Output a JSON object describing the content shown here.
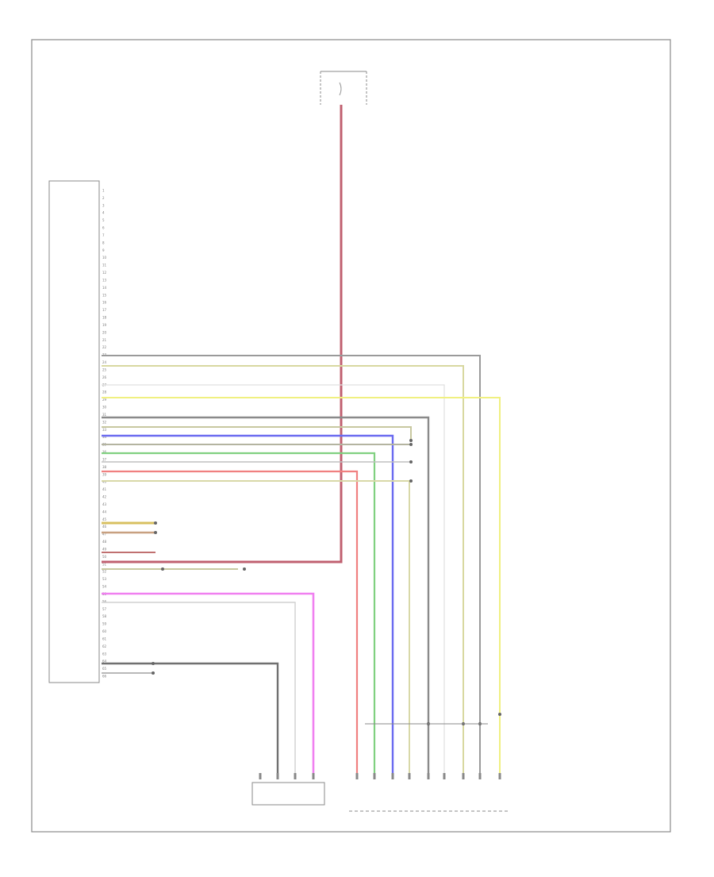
{
  "page": {
    "footer_code": ""
  },
  "module_left": {
    "lines": [
      "",
      "",
      "",
      ""
    ],
    "pins": [
      "1",
      "2",
      "3",
      "4",
      "5",
      "6",
      "7",
      "8",
      "9",
      "10",
      "11",
      "12",
      "13",
      "14",
      "15",
      "16",
      "17",
      "18",
      "19",
      "20",
      "21",
      "22",
      "23",
      "24",
      "25",
      "26",
      "27",
      "28",
      "29",
      "30",
      "31",
      "32",
      "33",
      "34",
      "35",
      "36",
      "37",
      "38",
      "39",
      "40",
      "41",
      "42",
      "43",
      "44",
      "45",
      "46",
      "47",
      "48",
      "49",
      "50",
      "51",
      "52",
      "53",
      "54",
      "55",
      "56",
      "57",
      "58",
      "59",
      "60",
      "61",
      "62",
      "63",
      "64",
      "65",
      "66"
    ]
  },
  "fuse_box": {
    "title": "",
    "subtitle": "",
    "fuse_label": "",
    "fuse_name": ""
  },
  "module_bottom_left": {
    "lines": [
      "",
      "",
      ""
    ]
  },
  "module_bottom_right": {
    "lines": [
      "",
      ""
    ]
  },
  "switches": {
    "upper": {
      "lines": [
        "",
        "",
        ""
      ]
    },
    "middle": {
      "lines": [
        "",
        ""
      ]
    }
  },
  "wires": [
    {
      "id": "w1",
      "color": "#9a9a9a",
      "label": ""
    },
    {
      "id": "w2",
      "color": "#d8d8a0",
      "label": ""
    },
    {
      "id": "w3",
      "color": "#e0e0e0",
      "label": ""
    },
    {
      "id": "w4",
      "color": "#f0f080",
      "label": ""
    },
    {
      "id": "w5",
      "color": "#8a8a8a",
      "label": ""
    },
    {
      "id": "w6",
      "color": "#c8c8a0",
      "label": ""
    },
    {
      "id": "w7",
      "color": "#6a6af0",
      "label": ""
    },
    {
      "id": "w8",
      "color": "#b4b4a0",
      "label": ""
    },
    {
      "id": "w9",
      "color": "#80d080",
      "label": ""
    },
    {
      "id": "w10",
      "color": "#c0c0c0",
      "label": ""
    },
    {
      "id": "w11",
      "color": "#f08080",
      "label": ""
    },
    {
      "id": "w12",
      "color": "#d8d8a8",
      "label": ""
    },
    {
      "id": "w13",
      "color": "#d8c060",
      "label": ""
    },
    {
      "id": "w14",
      "color": "#c8a080",
      "label": ""
    },
    {
      "id": "w15",
      "color": "#c07070",
      "label": ""
    },
    {
      "id": "w16",
      "color": "#c8c8a0",
      "label": ""
    },
    {
      "id": "w17",
      "color": "#f080f0",
      "label": ""
    },
    {
      "id": "w18",
      "color": "#d0d0d0",
      "label": ""
    },
    {
      "id": "w19",
      "color": "#707070",
      "label": ""
    },
    {
      "id": "w20",
      "color": "#a0a0a0",
      "label": ""
    },
    {
      "id": "fuse_wire",
      "color": "#c06070",
      "label": ""
    }
  ],
  "connectors_bottom_left": [
    "",
    "",
    "",
    ""
  ],
  "connectors_bottom_right": [
    "",
    "",
    "",
    "",
    "",
    "",
    "",
    "",
    ""
  ]
}
